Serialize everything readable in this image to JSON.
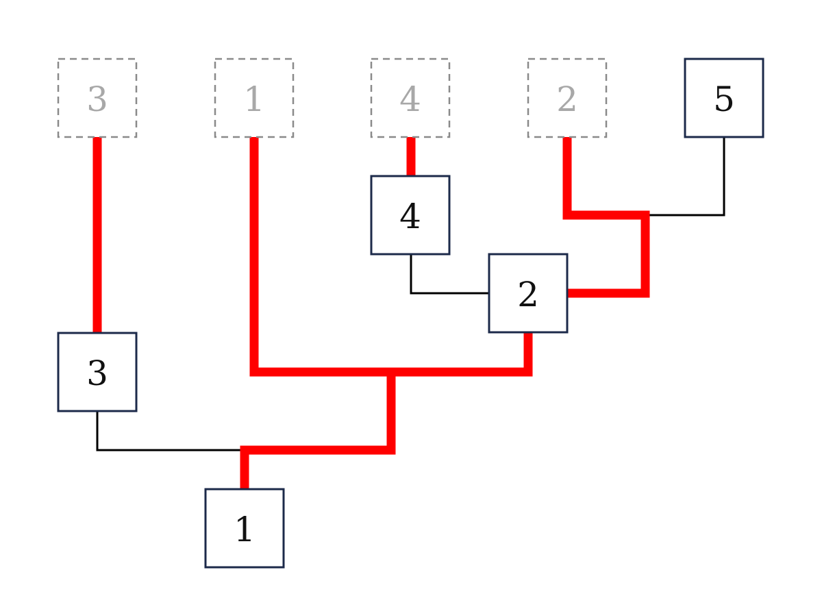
{
  "colors": {
    "background": "#ffffff",
    "node_border": "#1c2a4a",
    "node_text": "#111111",
    "ghost_border": "#8a8a8a",
    "ghost_text": "#a8a8a8",
    "highlight_edge": "#ff0000",
    "normal_edge": "#000000"
  },
  "ghost_nodes": [
    {
      "id": "g3",
      "label": "3"
    },
    {
      "id": "g1",
      "label": "1"
    },
    {
      "id": "g4",
      "label": "4"
    },
    {
      "id": "g2",
      "label": "2"
    }
  ],
  "nodes": [
    {
      "id": "n5",
      "label": "5"
    },
    {
      "id": "n4",
      "label": "4"
    },
    {
      "id": "n2",
      "label": "2"
    },
    {
      "id": "n3",
      "label": "3"
    },
    {
      "id": "n1",
      "label": "1"
    }
  ],
  "edges": [
    {
      "id": "g3-n3",
      "from": "g3",
      "to": "n3",
      "highlight": true
    },
    {
      "id": "g1-n1",
      "from": "g1",
      "to": "n1",
      "highlight": true
    },
    {
      "id": "g4-n4",
      "from": "g4",
      "to": "n4",
      "highlight": true
    },
    {
      "id": "g2-n2",
      "from": "g2",
      "to": "n2",
      "highlight": true
    },
    {
      "id": "n5-n2",
      "from": "n5",
      "to": "n2",
      "highlight": false
    },
    {
      "id": "n4-n2",
      "from": "n4",
      "to": "n2",
      "highlight": false
    },
    {
      "id": "n2-n1",
      "from": "n2",
      "to": "n1",
      "highlight": true
    },
    {
      "id": "n3-n1",
      "from": "n3",
      "to": "n1",
      "highlight": false
    }
  ]
}
